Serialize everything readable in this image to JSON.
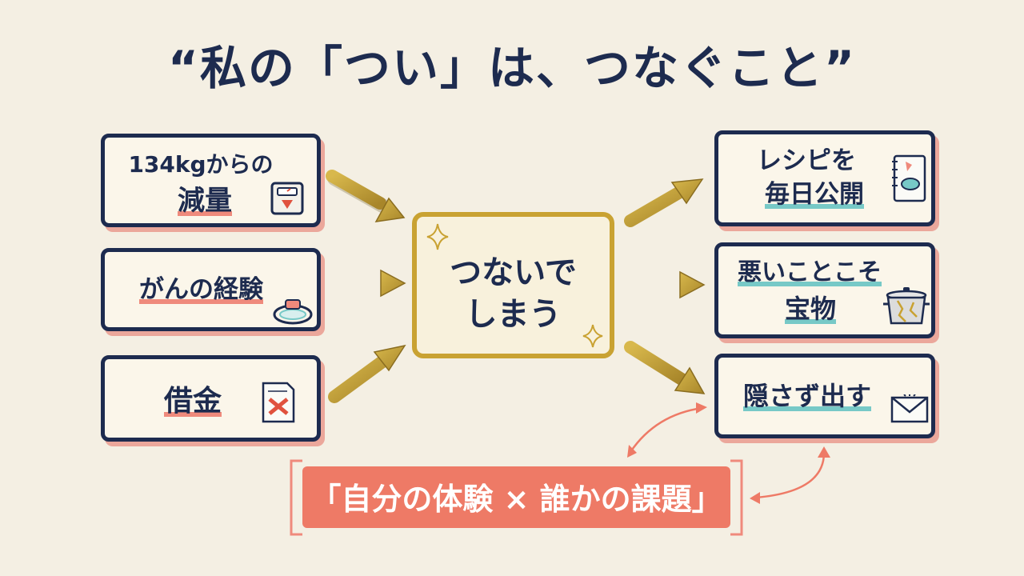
{
  "title": "“私の「つい」は、つなぐこと”",
  "left_boxes": [
    {
      "line1": "134kgからの",
      "line2": "減量",
      "icon": "scale-icon"
    },
    {
      "line1": "がんの経験",
      "line2": "",
      "icon": "bracelet-icon"
    },
    {
      "line1": "借金",
      "line2": "",
      "icon": "crossed-document-icon"
    }
  ],
  "center": {
    "line1": "つないで",
    "line2": "しまう"
  },
  "right_boxes": [
    {
      "line1": "レシピを",
      "line2": "毎日公開",
      "icon": "recipe-notebook-icon"
    },
    {
      "line1": "悪いことこそ",
      "line2": "宝物",
      "icon": "kintsugi-pot-icon"
    },
    {
      "line1": "隠さず出す",
      "line2": "",
      "icon": "envelope-icon"
    }
  ],
  "bottom_label": "「自分の体験 × 誰かの課題」",
  "colors": {
    "navy": "#1d2b4f",
    "gold": "#c9a232",
    "coral": "#ee7a66",
    "teal": "#77c9c7",
    "cream": "#f4efe3"
  }
}
